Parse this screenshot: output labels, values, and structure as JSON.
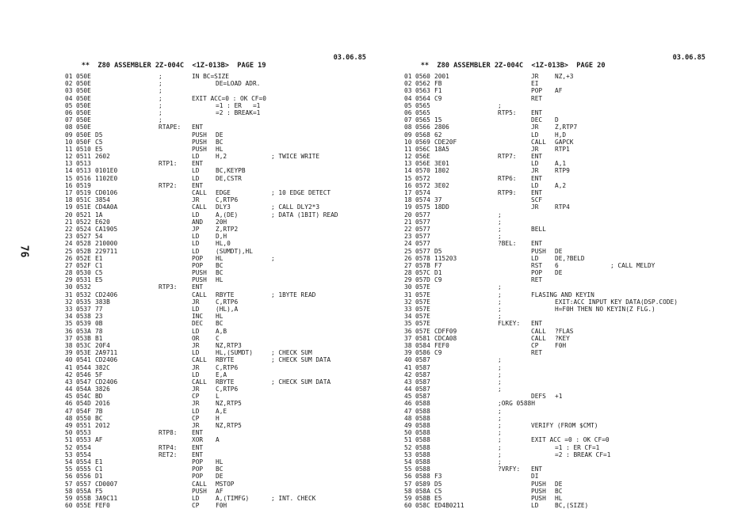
{
  "page_number": "76",
  "columns": [
    {
      "header": {
        "title": "**  Z80 ASSEMBLER 2Z-004C  <1Z-013B>  PAGE 19",
        "date": "03.06.85"
      },
      "lines": [
        [
          "01",
          "050E",
          "",
          ";",
          "IN BC=SIZE",
          "",
          ""
        ],
        [
          "02",
          "050E",
          "",
          ";",
          "",
          "DE=LOAD ADR.",
          ""
        ],
        [
          "03",
          "050E",
          "",
          ";",
          "",
          "",
          ""
        ],
        [
          "04",
          "050E",
          "",
          ";",
          "EXIT ACC=0 : OK CF=0",
          "",
          ""
        ],
        [
          "05",
          "050E",
          "",
          ";",
          "",
          "=1 : ER   =1",
          ""
        ],
        [
          "06",
          "050E",
          "",
          ";",
          "",
          "=2 : BREAK=1",
          ""
        ],
        [
          "07",
          "050E",
          "",
          ";",
          "",
          "",
          ""
        ],
        [
          "08",
          "050E",
          "",
          "RTAPE:",
          "ENT",
          "",
          ""
        ],
        [
          "09",
          "050E",
          "D5",
          "",
          "PUSH",
          "DE",
          ""
        ],
        [
          "10",
          "050F",
          "C5",
          "",
          "PUSH",
          "BC",
          ""
        ],
        [
          "11",
          "0510",
          "E5",
          "",
          "PUSH",
          "HL",
          ""
        ],
        [
          "12",
          "0511",
          "2602",
          "",
          "LD",
          "H,2",
          "; TWICE WRITE"
        ],
        [
          "13",
          "0513",
          "",
          "RTP1:",
          "ENT",
          "",
          ""
        ],
        [
          "14",
          "0513",
          "0101E0",
          "",
          "LD",
          "BC,KEYPB",
          ""
        ],
        [
          "15",
          "0516",
          "1102E0",
          "",
          "LD",
          "DE,CSTR",
          ""
        ],
        [
          "16",
          "0519",
          "",
          "RTP2:",
          "ENT",
          "",
          ""
        ],
        [
          "17",
          "0519",
          "CD0106",
          "",
          "CALL",
          "EDGE",
          "; 10 EDGE DETECT"
        ],
        [
          "18",
          "051C",
          "3854",
          "",
          "JR",
          "C,RTP6",
          ""
        ],
        [
          "19",
          "051E",
          "CD4A0A",
          "",
          "CALL",
          "DLY3",
          "; CALL DLY2*3"
        ],
        [
          "20",
          "0521",
          "1A",
          "",
          "LD",
          "A,(DE)",
          "; DATA (1BIT) READ"
        ],
        [
          "21",
          "0522",
          "E620",
          "",
          "AND",
          "20H",
          ""
        ],
        [
          "22",
          "0524",
          "CA1905",
          "",
          "JP",
          "Z,RTP2",
          ""
        ],
        [
          "23",
          "0527",
          "54",
          "",
          "LD",
          "D,H",
          ""
        ],
        [
          "24",
          "0528",
          "210000",
          "",
          "LD",
          "HL,0",
          ""
        ],
        [
          "25",
          "052B",
          "229711",
          "",
          "LD",
          "(SUMDT),HL",
          ""
        ],
        [
          "26",
          "052E",
          "E1",
          "",
          "POP",
          "HL",
          ";"
        ],
        [
          "27",
          "052F",
          "C1",
          "",
          "POP",
          "BC",
          ""
        ],
        [
          "28",
          "0530",
          "C5",
          "",
          "PUSH",
          "BC",
          ""
        ],
        [
          "29",
          "0531",
          "E5",
          "",
          "PUSH",
          "HL",
          ""
        ],
        [
          "30",
          "0532",
          "",
          "RTP3:",
          "ENT",
          "",
          ""
        ],
        [
          "31",
          "0532",
          "CD2406",
          "",
          "CALL",
          "RBYTE",
          "; 1BYTE READ"
        ],
        [
          "32",
          "0535",
          "383B",
          "",
          "JR",
          "C,RTP6",
          ""
        ],
        [
          "33",
          "0537",
          "77",
          "",
          "LD",
          "(HL),A",
          ""
        ],
        [
          "34",
          "0538",
          "23",
          "",
          "INC",
          "HL",
          ""
        ],
        [
          "35",
          "0539",
          "0B",
          "",
          "DEC",
          "BC",
          ""
        ],
        [
          "36",
          "053A",
          "78",
          "",
          "LD",
          "A,B",
          ""
        ],
        [
          "37",
          "053B",
          "B1",
          "",
          "OR",
          "C",
          ""
        ],
        [
          "38",
          "053C",
          "20F4",
          "",
          "JR",
          "NZ,RTP3",
          ""
        ],
        [
          "39",
          "053E",
          "2A9711",
          "",
          "LD",
          "HL,(SUMDT)",
          "; CHECK SUM"
        ],
        [
          "40",
          "0541",
          "CD2406",
          "",
          "CALL",
          "RBYTE",
          "; CHECK SUM DATA"
        ],
        [
          "41",
          "0544",
          "382C",
          "",
          "JR",
          "C,RTP6",
          ""
        ],
        [
          "42",
          "0546",
          "5F",
          "",
          "LD",
          "E,A",
          ""
        ],
        [
          "43",
          "0547",
          "CD2406",
          "",
          "CALL",
          "RBYTE",
          "; CHECK SUM DATA"
        ],
        [
          "44",
          "054A",
          "3826",
          "",
          "JR",
          "C,RTP6",
          ""
        ],
        [
          "45",
          "054C",
          "BD",
          "",
          "CP",
          "L",
          ""
        ],
        [
          "46",
          "054D",
          "2016",
          "",
          "JR",
          "NZ,RTP5",
          ""
        ],
        [
          "47",
          "054F",
          "7B",
          "",
          "LD",
          "A,E",
          ""
        ],
        [
          "48",
          "0550",
          "BC",
          "",
          "CP",
          "H",
          ""
        ],
        [
          "49",
          "0551",
          "2012",
          "",
          "JR",
          "NZ,RTP5",
          ""
        ],
        [
          "50",
          "0553",
          "",
          "RTP8:",
          "ENT",
          "",
          ""
        ],
        [
          "51",
          "0553",
          "AF",
          "",
          "XOR",
          "A",
          ""
        ],
        [
          "52",
          "0554",
          "",
          "RTP4:",
          "ENT",
          "",
          ""
        ],
        [
          "53",
          "0554",
          "",
          "RET2:",
          "ENT",
          "",
          ""
        ],
        [
          "54",
          "0554",
          "E1",
          "",
          "POP",
          "HL",
          ""
        ],
        [
          "55",
          "0555",
          "C1",
          "",
          "POP",
          "BC",
          ""
        ],
        [
          "56",
          "0556",
          "D1",
          "",
          "POP",
          "DE",
          ""
        ],
        [
          "57",
          "0557",
          "CD0007",
          "",
          "CALL",
          "MSTOP",
          ""
        ],
        [
          "58",
          "055A",
          "F5",
          "",
          "PUSH",
          "AF",
          ""
        ],
        [
          "59",
          "055B",
          "3A9C11",
          "",
          "LD",
          "A,(TIMFG)",
          "; INT. CHECK"
        ],
        [
          "60",
          "055E",
          "FEF0",
          "",
          "CP",
          "F0H",
          ""
        ]
      ]
    },
    {
      "header": {
        "title": "**  Z80 ASSEMBLER 2Z-004C  <1Z-013B>  PAGE 20",
        "date": "03.06.85"
      },
      "lines": [
        [
          "01",
          "0560",
          "2001",
          "",
          "JR",
          "NZ,+3",
          ""
        ],
        [
          "02",
          "0562",
          "FB",
          "",
          "EI",
          "",
          ""
        ],
        [
          "03",
          "0563",
          "F1",
          "",
          "POP",
          "AF",
          ""
        ],
        [
          "04",
          "0564",
          "C9",
          "",
          "RET",
          "",
          ""
        ],
        [
          "05",
          "0565",
          "",
          ";",
          "",
          "",
          ""
        ],
        [
          "06",
          "0565",
          "",
          "RTP5:",
          "ENT",
          "",
          ""
        ],
        [
          "07",
          "0565",
          "15",
          "",
          "DEC",
          "D",
          ""
        ],
        [
          "08",
          "0566",
          "2806",
          "",
          "JR",
          "Z,RTP7",
          ""
        ],
        [
          "09",
          "0568",
          "62",
          "",
          "LD",
          "H,D",
          ""
        ],
        [
          "10",
          "0569",
          "CDE20F",
          "",
          "CALL",
          "GAPCK",
          ""
        ],
        [
          "11",
          "056C",
          "18A5",
          "",
          "JR",
          "RTP1",
          ""
        ],
        [
          "12",
          "056E",
          "",
          "RTP7:",
          "ENT",
          "",
          ""
        ],
        [
          "13",
          "056E",
          "3E01",
          "",
          "LD",
          "A,1",
          ""
        ],
        [
          "14",
          "0570",
          "1802",
          "",
          "JR",
          "RTP9",
          ""
        ],
        [
          "15",
          "0572",
          "",
          "RTP6:",
          "ENT",
          "",
          ""
        ],
        [
          "16",
          "0572",
          "3E02",
          "",
          "LD",
          "A,2",
          ""
        ],
        [
          "17",
          "0574",
          "",
          "RTP9:",
          "ENT",
          "",
          ""
        ],
        [
          "18",
          "0574",
          "37",
          "",
          "SCF",
          "",
          ""
        ],
        [
          "19",
          "0575",
          "18DD",
          "",
          "JR",
          "RTP4",
          ""
        ],
        [
          "20",
          "0577",
          "",
          ";",
          "",
          "",
          ""
        ],
        [
          "21",
          "0577",
          "",
          ";",
          "",
          "",
          ""
        ],
        [
          "22",
          "0577",
          "",
          ";",
          "BELL",
          "",
          ""
        ],
        [
          "23",
          "0577",
          "",
          ";",
          "",
          "",
          ""
        ],
        [
          "24",
          "0577",
          "",
          "?BEL:",
          "ENT",
          "",
          ""
        ],
        [
          "25",
          "0577",
          "D5",
          "",
          "PUSH",
          "DE",
          ""
        ],
        [
          "26",
          "0578",
          "115203",
          "",
          "LD",
          "DE,?BELD",
          ""
        ],
        [
          "27",
          "057B",
          "F7",
          "",
          "RST",
          "6",
          "; CALL MELDY"
        ],
        [
          "28",
          "057C",
          "D1",
          "",
          "POP",
          "DE",
          ""
        ],
        [
          "29",
          "057D",
          "C9",
          "",
          "RET",
          "",
          ""
        ],
        [
          "30",
          "057E",
          "",
          ";",
          "",
          "",
          ""
        ],
        [
          "31",
          "057E",
          "",
          ";",
          "FLASING AND KEYIN",
          "",
          ""
        ],
        [
          "32",
          "057E",
          "",
          ";",
          "",
          "EXIT:ACC INPUT KEY DATA(DSP.CODE)",
          ""
        ],
        [
          "33",
          "057E",
          "",
          ";",
          "",
          "H=F0H THEN NO KEYIN(Z FLG.)",
          ""
        ],
        [
          "34",
          "057E",
          "",
          ";",
          "",
          "",
          ""
        ],
        [
          "35",
          "057E",
          "",
          "FLKEY:",
          "ENT",
          "",
          ""
        ],
        [
          "36",
          "057E",
          "CDFF09",
          "",
          "CALL",
          "?FLAS",
          ""
        ],
        [
          "37",
          "0581",
          "CDCA08",
          "",
          "CALL",
          "?KEY",
          ""
        ],
        [
          "38",
          "0584",
          "FEF0",
          "",
          "CP",
          "F0H",
          ""
        ],
        [
          "39",
          "0586",
          "C9",
          "",
          "RET",
          "",
          ""
        ],
        [
          "40",
          "0587",
          "",
          ";",
          "",
          "",
          ""
        ],
        [
          "41",
          "0587",
          "",
          ";",
          "",
          "",
          ""
        ],
        [
          "42",
          "0587",
          "",
          ";",
          "",
          "",
          ""
        ],
        [
          "43",
          "0587",
          "",
          ";",
          "",
          "",
          ""
        ],
        [
          "44",
          "0587",
          "",
          ";",
          "",
          "",
          ""
        ],
        [
          "45",
          "0587",
          "",
          "",
          "DEFS",
          "+1",
          ""
        ],
        [
          "46",
          "0588",
          "",
          ";ORG 0588H",
          "",
          "",
          ""
        ],
        [
          "47",
          "0588",
          "",
          ";",
          "",
          "",
          ""
        ],
        [
          "48",
          "0588",
          "",
          ";",
          "",
          "",
          ""
        ],
        [
          "49",
          "0588",
          "",
          ";",
          "VERIFY (FROM $CMT)",
          "",
          ""
        ],
        [
          "50",
          "0588",
          "",
          ";",
          "",
          "",
          ""
        ],
        [
          "51",
          "0588",
          "",
          ";",
          "EXIT ACC =0 : OK CF=0",
          "",
          ""
        ],
        [
          "52",
          "0588",
          "",
          ";",
          "",
          "=1 : ER CF=1",
          ""
        ],
        [
          "53",
          "0588",
          "",
          ";",
          "",
          "=2 : BREAK CF=1",
          ""
        ],
        [
          "54",
          "0588",
          "",
          ";",
          "",
          "",
          ""
        ],
        [
          "55",
          "0588",
          "",
          "?VRFY:",
          "ENT",
          "",
          ""
        ],
        [
          "56",
          "0588",
          "F3",
          "",
          "DI",
          "",
          ""
        ],
        [
          "57",
          "0589",
          "D5",
          "",
          "PUSH",
          "DE",
          ""
        ],
        [
          "58",
          "058A",
          "C5",
          "",
          "PUSH",
          "BC",
          ""
        ],
        [
          "59",
          "058B",
          "E5",
          "",
          "PUSH",
          "HL",
          ""
        ],
        [
          "60",
          "058C",
          "ED4B0211",
          "",
          "LD",
          "BC,(SIZE)",
          ""
        ]
      ]
    }
  ]
}
